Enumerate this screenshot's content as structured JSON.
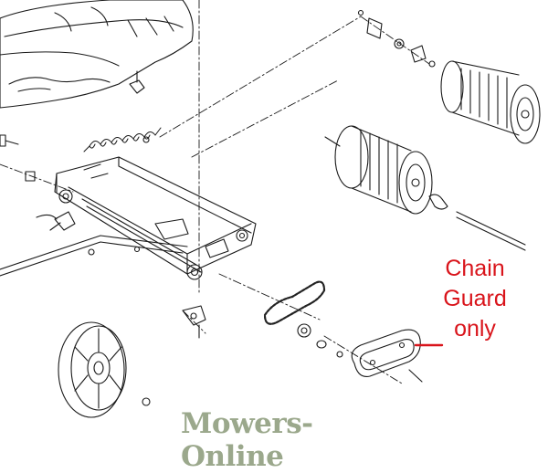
{
  "callout": {
    "lines": [
      "Chain",
      "Guard",
      "only"
    ],
    "color": "#d9141b"
  },
  "watermark": {
    "text": "Mowers-Online",
    "color": "#8a9a78"
  },
  "colors": {
    "line": "#1a1a1a",
    "chain": "#222222"
  }
}
